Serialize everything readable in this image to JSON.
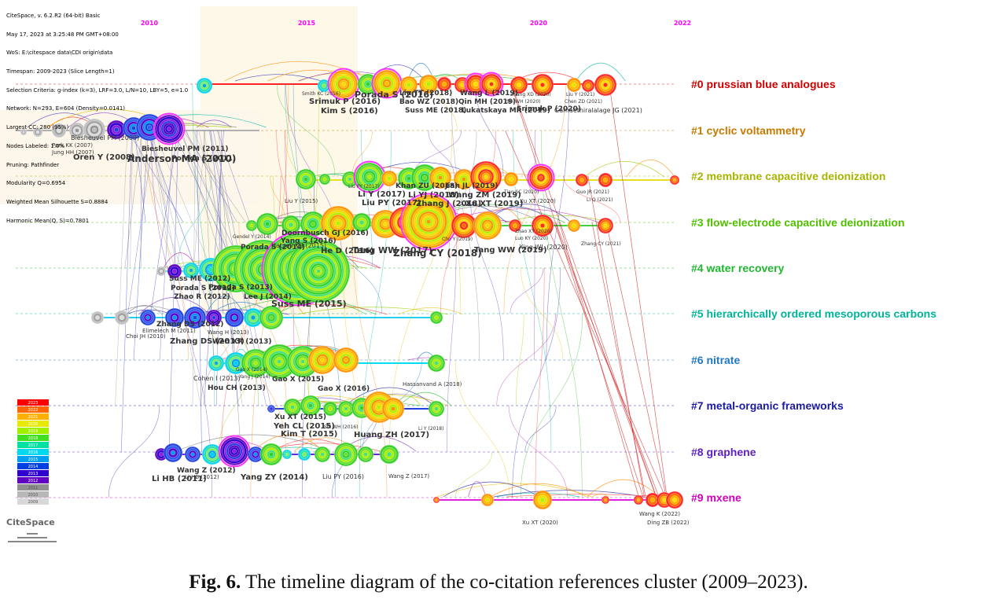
{
  "meta": {
    "lines": [
      "CiteSpace, v. 6.2.R2 (64-bit) Basic",
      "May 17, 2023 at 3:25:48 PM GMT+08:00",
      "WoS: E:\\citespace data\\CDI origin\\data",
      "Timespan: 2009-2023 (Slice Length=1)",
      "Selection Criteria: g-index (k=3), LRF=3.0, L/N=10, LBY=5, e=1.0",
      "Network: N=293, E=604 (Density=0.0141)",
      "Largest CC: 280 (95%)",
      "Nodes Labeled: 1.0%",
      "Pruning: Pathfinder",
      "Modularity Q=0.6954",
      "Weighted Mean Silhouette S=0.8884",
      "Harmonic Mean(Q, S)=0.7801"
    ]
  },
  "years": [
    {
      "label": "2010",
      "color": "#ff00ff"
    },
    {
      "label": "2015",
      "color": "#ff00ff"
    },
    {
      "label": "2020",
      "color": "#ff00ff"
    },
    {
      "label": "2022",
      "color": "#ff00ff"
    }
  ],
  "clusters": [
    {
      "label": "#0 prussian blue analogues",
      "color": "#cc0000"
    },
    {
      "label": "#1 cyclic voltammetry",
      "color": "#c87a00"
    },
    {
      "label": "#2 membrane capacitive deionization",
      "color": "#a8b400"
    },
    {
      "label": "#3 flow-electrode capacitive deionization",
      "color": "#4fc000"
    },
    {
      "label": "#4 water recovery",
      "color": "#20b830"
    },
    {
      "label": "#5 hierarchically ordered mesoporous carbons",
      "color": "#00b49a"
    },
    {
      "label": "#6 nitrate",
      "color": "#1f78c0"
    },
    {
      "label": "#7 metal-organic frameworks",
      "color": "#1a1aa8"
    },
    {
      "label": "#8 graphene",
      "color": "#6020c0"
    },
    {
      "label": "#9 mxene",
      "color": "#d000c0"
    }
  ],
  "references": [
    {
      "text": "Smith KC (2016)"
    },
    {
      "text": "Srimuk P (2016)"
    },
    {
      "text": "Kim S (2016)"
    },
    {
      "text": "Porada S (2016)"
    },
    {
      "text": "Liu TT (2018)"
    },
    {
      "text": "Bao WZ (2018)"
    },
    {
      "text": "Suss ME (2018)"
    },
    {
      "text": "Wang L (2019)"
    },
    {
      "text": "Qin MH (2019)"
    },
    {
      "text": "Lukatskaya MR (2019)"
    },
    {
      "text": "Zhang XD (2020)"
    },
    {
      "text": "Shi WH (2020)"
    },
    {
      "text": "Srimuk P (2020)"
    },
    {
      "text": "Gamaethiralalage JG (2021)"
    },
    {
      "text": "Liu Y (2021)"
    },
    {
      "text": "Chen ZD (2021)"
    },
    {
      "text": "Biesheuvel PM (2009)"
    },
    {
      "text": "Park KK (2007)"
    },
    {
      "text": "Jung HH (2007)"
    },
    {
      "text": "Oren Y (2008)"
    },
    {
      "text": "Biesheuvel PM (2011)"
    },
    {
      "text": "Anderson MA (2010)"
    },
    {
      "text": "Porada S (2011)"
    },
    {
      "text": "Liu Y (2015)"
    },
    {
      "text": "Liu PY (2017)"
    },
    {
      "text": "Li Y (2017)"
    },
    {
      "text": "Liu PY (2017)"
    },
    {
      "text": "Khan ZU (2018)"
    },
    {
      "text": "Li YJ (2018)"
    },
    {
      "text": "Zhang J (2018)"
    },
    {
      "text": "Jian JL (2019)"
    },
    {
      "text": "Wang ZM (2019)"
    },
    {
      "text": "Xu XT (2019)"
    },
    {
      "text": "Tian SC (2020)"
    },
    {
      "text": "Xu XT (2020)"
    },
    {
      "text": "Guo JR (2021)"
    },
    {
      "text": "Li Q (2021)"
    },
    {
      "text": "Gendel Y (2014)"
    },
    {
      "text": "Porada S (2014)"
    },
    {
      "text": "Doornbusch GJ (2016)"
    },
    {
      "text": "Yang S (2016)"
    },
    {
      "text": "Hatzell KB (2015)"
    },
    {
      "text": "He D (2016)"
    },
    {
      "text": "Tang WW (2017)"
    },
    {
      "text": "Zhang CY (2018)"
    },
    {
      "text": "Cho Y (2019)"
    },
    {
      "text": "Tang WW (2019)"
    },
    {
      "text": "Zhao XY (2020)"
    },
    {
      "text": "Luo KY (2020)"
    },
    {
      "text": "Xing WL (2020)"
    },
    {
      "text": "Zhang CY (2021)"
    },
    {
      "text": "Suss ME (2012)"
    },
    {
      "text": "Porada S (2012)"
    },
    {
      "text": "Zhao R (2012)"
    },
    {
      "text": "Porada S (2013)"
    },
    {
      "text": "Suss ME (2015)"
    },
    {
      "text": "Lee J (2014)"
    },
    {
      "text": "Zhang DS (2012)"
    },
    {
      "text": "Elimelech M (2011)"
    },
    {
      "text": "Choi JH (2010)"
    },
    {
      "text": "Wang H (2013)"
    },
    {
      "text": "Zhang DS (2013)"
    },
    {
      "text": "Wen XR (2013)"
    },
    {
      "text": "Cohen I (2013)"
    },
    {
      "text": "Hou CH (2013)"
    },
    {
      "text": "Gao X (2014)"
    },
    {
      "text": "Yang J (2014)"
    },
    {
      "text": "Gao X (2015)"
    },
    {
      "text": "Gao X (2016)"
    },
    {
      "text": "Hassanvand A (2018)"
    },
    {
      "text": "Xu XT (2015)"
    },
    {
      "text": "Yeh CL (2015)"
    },
    {
      "text": "Kim T (2015)"
    },
    {
      "text": "Shi WH (2016)"
    },
    {
      "text": "Huang ZH (2017)"
    },
    {
      "text": "Li Y (2018)"
    },
    {
      "text": "Li HB (2011)"
    },
    {
      "text": "Wang Z (2012)"
    },
    {
      "text": "Li HB (2012)"
    },
    {
      "text": "Yang ZY (2014)"
    },
    {
      "text": "Liu PY (2016)"
    },
    {
      "text": "Wang Z (2017)"
    },
    {
      "text": "Xu XT (2020)"
    },
    {
      "text": "Wang K (2022)"
    },
    {
      "text": "Ding ZB (2022)"
    }
  ],
  "legend": {
    "years": [
      "2023",
      "2022",
      "2021",
      "2020",
      "2019",
      "2018",
      "2017",
      "2016",
      "2015",
      "2014",
      "2013",
      "2012",
      "2011",
      "2010",
      "2009"
    ],
    "colors": [
      "#ff0000",
      "#ff6600",
      "#ffb000",
      "#e8e800",
      "#a0f000",
      "#40e020",
      "#00e0a0",
      "#00d8f0",
      "#00a0f0",
      "#0040e0",
      "#3000d0",
      "#6000c0",
      "#909090",
      "#b8b8b8",
      "#d8d8d8"
    ]
  },
  "logo": "CiteSpace",
  "caption": {
    "label": "Fig. 6.",
    "text": " The timeline diagram of the co-citation references cluster (2009–2023)."
  }
}
